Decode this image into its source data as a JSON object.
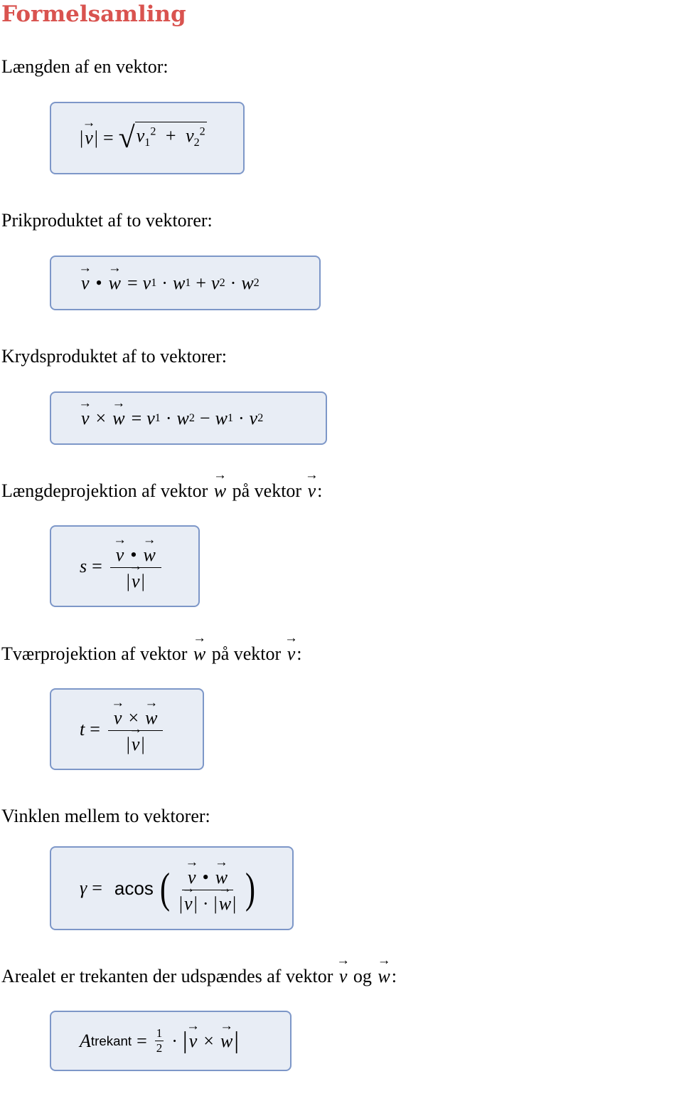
{
  "title": "Formelsamling",
  "sections": [
    {
      "label": "Længden af en vektor:"
    },
    {
      "label": "Prikproduktet af to vektorer:"
    },
    {
      "label": "Krydsproduktet af to vektorer:"
    },
    {
      "label_a": "Længdeprojektion af vektor ",
      "label_b": " på vektor ",
      "label_c": ":"
    },
    {
      "label_a": "Tværprojektion af vektor ",
      "label_b": " på vektor ",
      "label_c": ":"
    },
    {
      "label": "Vinklen mellem to vektorer:"
    },
    {
      "label_a": "Arealet er trekanten der udspændes af vektor ",
      "label_b": " og ",
      "label_c": ":"
    }
  ],
  "symbols": {
    "v": "v",
    "w": "w",
    "s": "s",
    "t": "t",
    "gamma": "γ",
    "A": "A",
    "one": "1",
    "two": "2",
    "eq": "=",
    "plus": "+",
    "minus": "−",
    "dot": "·",
    "bullet": "•",
    "times": "×",
    "acos": "acos",
    "trekant": "trekant"
  }
}
